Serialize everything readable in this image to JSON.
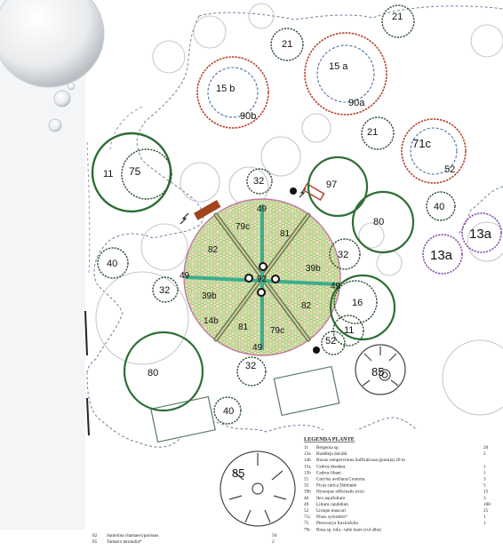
{
  "plant_labels": {
    "p21a": "21",
    "p21b": "21",
    "p21c": "21",
    "p15a": "15 a",
    "p90a": "90a",
    "p15b": "15 b",
    "p90b": "90b",
    "p71c": "71c",
    "p52a": "52",
    "p11a": "11",
    "p75": "75",
    "p32a": "32",
    "p97": "97",
    "p80a": "80",
    "p40a": "40",
    "p13aa": "13a",
    "p13ab": "13a",
    "p40b": "40",
    "p32b": "32",
    "p32c": "32",
    "p16": "16",
    "p11b": "11",
    "p52b": "52",
    "p85a": "85",
    "p80b": "80",
    "p32d": "32",
    "p40c": "40",
    "p85b": "85",
    "c49t": "49",
    "c81t": "81",
    "c79t": "79c",
    "c82l": "82",
    "c39r": "39b",
    "c92": "92",
    "c49l": "49",
    "c49r": "49",
    "c39l": "39b",
    "c82r": "82",
    "c14b": "14b",
    "c81b": "81",
    "c79b": "79c",
    "c49b": "49"
  },
  "legend": {
    "title": "LEGENDA PLANTE",
    "rows": [
      {
        "code": "11",
        "name": "Bergenia sp.",
        "qty": "20"
      },
      {
        "code": "13a",
        "name": "Buddleja davidii",
        "qty": "2"
      },
      {
        "code": "14b",
        "name": "Buxus sempervirens Suffruticosa (pumila) 20 m",
        "qty": ""
      },
      {
        "code": "15a",
        "name": "Cedrus deodara",
        "qty": "1"
      },
      {
        "code": "15b",
        "name": "Cedrus libani",
        "qty": "1"
      },
      {
        "code": "21",
        "name": "Corylus avellana Contorta",
        "qty": "3"
      },
      {
        "code": "32",
        "name": "Ficus carica Dalmatie",
        "qty": "5"
      },
      {
        "code": "39b",
        "name": "Hyssopus officinalis (roz)",
        "qty": "15"
      },
      {
        "code": "40",
        "name": "Ilex aquifolium",
        "qty": "3"
      },
      {
        "code": "49",
        "name": "Lilium candidum",
        "qty": "180"
      },
      {
        "code": "52",
        "name": "Liriope muscari",
        "qty": "25"
      },
      {
        "code": "71c",
        "name": "Pinus sylvestris*",
        "qty": "1"
      },
      {
        "code": "75",
        "name": "Pterocarya fraxinifolia",
        "qty": "1"
      },
      {
        "code": "79c",
        "name": "Rosa sp. tufa - talie mare (cul alba)",
        "qty": ""
      }
    ],
    "left_rows": [
      {
        "code": "82",
        "name": "Santolina chamaecyparissus",
        "qty": "50"
      },
      {
        "code": "85",
        "name": "Tamarix tetrandra*",
        "qty": "2"
      }
    ]
  },
  "colors": {
    "tree_green": "#2f6e34",
    "conifer_red": "#b4412a",
    "purple": "#8a55b0",
    "path_teal": "#3cae8c",
    "bench_brown": "#a2431d",
    "bed_pink": "#c07aa0"
  }
}
